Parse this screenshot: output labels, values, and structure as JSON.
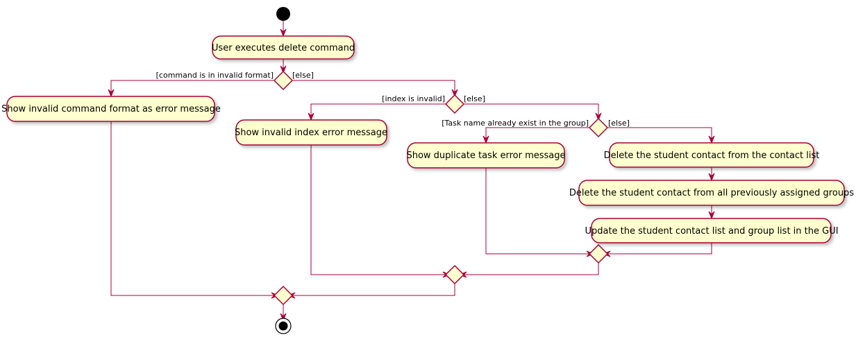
{
  "diagram": {
    "activities": {
      "execute_delete": "User executes delete command",
      "invalid_format": "Show invalid command format as error message",
      "invalid_index": "Show invalid index error message",
      "duplicate_task": "Show duplicate task error message",
      "delete_contact": "Delete the student contact from the contact list",
      "delete_from_groups": "Delete the student contact from all previously assigned groups",
      "update_lists": "Update the student contact list and group list in the GUI"
    },
    "guards": {
      "invalid_format": "[command is in invalid format]",
      "else_1": "[else]",
      "invalid_index": "[index is invalid]",
      "else_2": "[else]",
      "task_exists": "[Task name already exist in the group]",
      "else_3": "[else]"
    },
    "colors": {
      "activity_fill": "#FEFECE",
      "border": "#A80036",
      "start_end": "#000000"
    }
  }
}
